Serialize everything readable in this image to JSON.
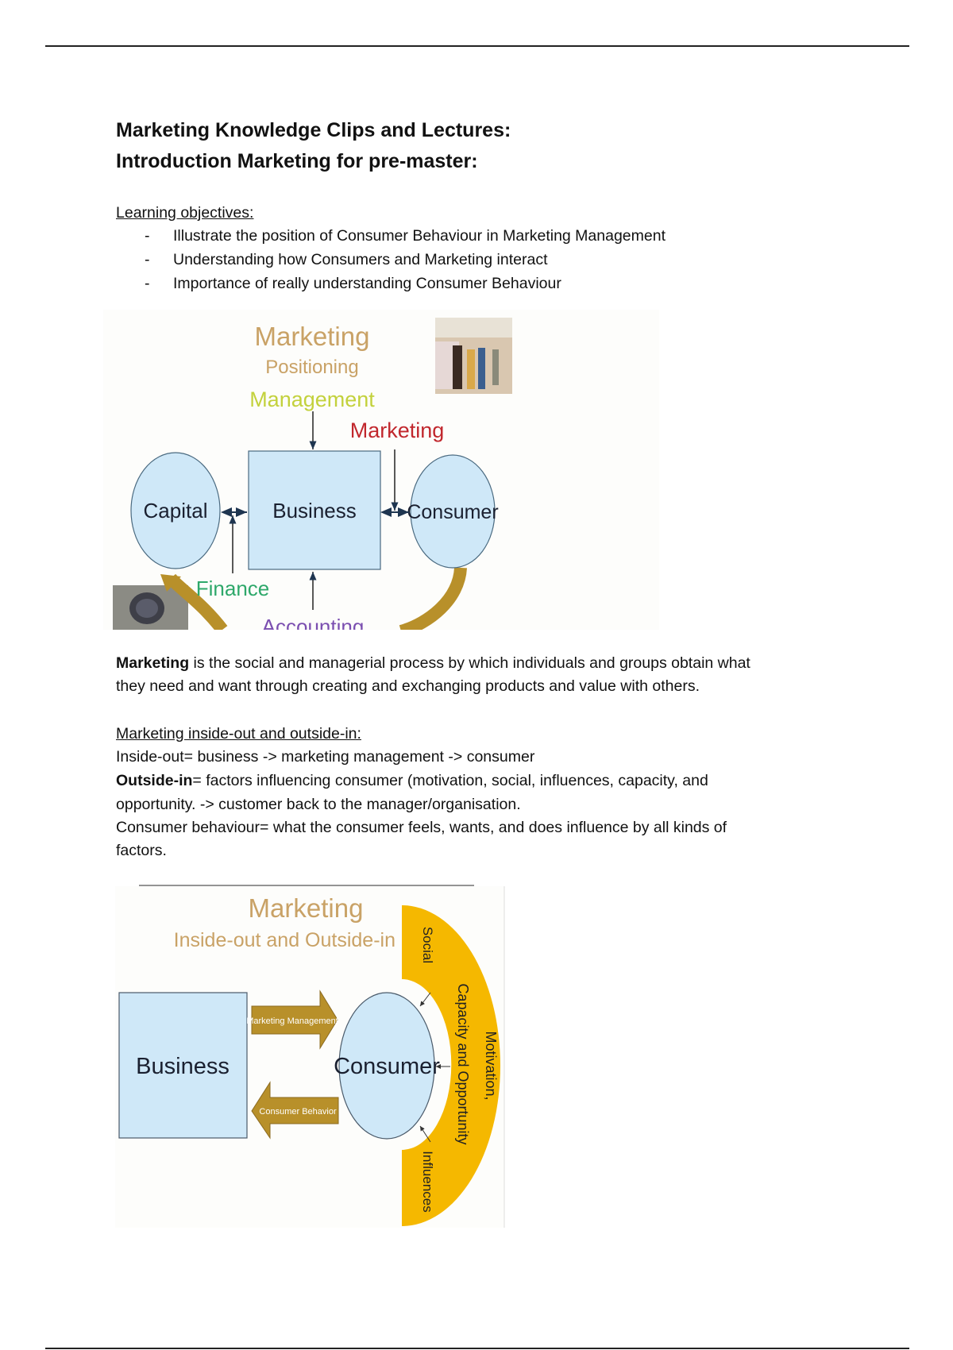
{
  "title": {
    "line1": "Marketing Knowledge Clips and Lectures:",
    "line2": "Introduction Marketing for pre-master:"
  },
  "objectives": {
    "heading": "Learning objectives:",
    "bullet": "-",
    "items": [
      "Illustrate the position of Consumer Behaviour in Marketing Management",
      "Understanding how Consumers and Marketing interact",
      "Importance of really understanding Consumer Behaviour"
    ]
  },
  "diagram1": {
    "top_title": "Marketing",
    "subtitle": "Positioning",
    "management": "Management",
    "marketing": "Marketing",
    "capital": "Capital",
    "business": "Business",
    "consumer": "Consumer",
    "finance": "Finance",
    "accounting": "Accounting",
    "colors": {
      "title": "#c9a266",
      "management": "#c3d13c",
      "marketing": "#c1272d",
      "finance": "#2ea86a",
      "accounting": "#7b4fb0",
      "node": "#cfe8f8",
      "arrow": "#b8902a"
    }
  },
  "definition": {
    "term": "Marketing",
    "line1_rest": " is the social and managerial process by which individuals and groups obtain what",
    "line2": "they need and want through creating and exchanging products and value with others."
  },
  "inside_out": {
    "heading": "Marketing inside-out and outside-in:",
    "line1": "Inside-out= business -> marketing management -> consumer",
    "outside_term": "Outside-in",
    "line2_rest": "= factors influencing consumer (motivation, social, influences, capacity, and",
    "line3": "opportunity. -> customer back to the manager/organisation.",
    "line4": "Consumer behaviour= what the consumer feels, wants, and does influence by all kinds of",
    "line5": "factors."
  },
  "diagram2": {
    "title": "Marketing",
    "subtitle": "Inside-out and Outside-in",
    "business": "Business",
    "consumer": "Consumer",
    "arrow_right": "Marketing Management",
    "arrow_left": "Consumer Behavior",
    "social": "Social",
    "capacity": "Capacity and Opportunity",
    "motivation": "Motivation,",
    "influences": "Influences",
    "colors": {
      "arc": "#f5b800",
      "arrow": "#b8902a",
      "node": "#cfe8f8"
    }
  }
}
